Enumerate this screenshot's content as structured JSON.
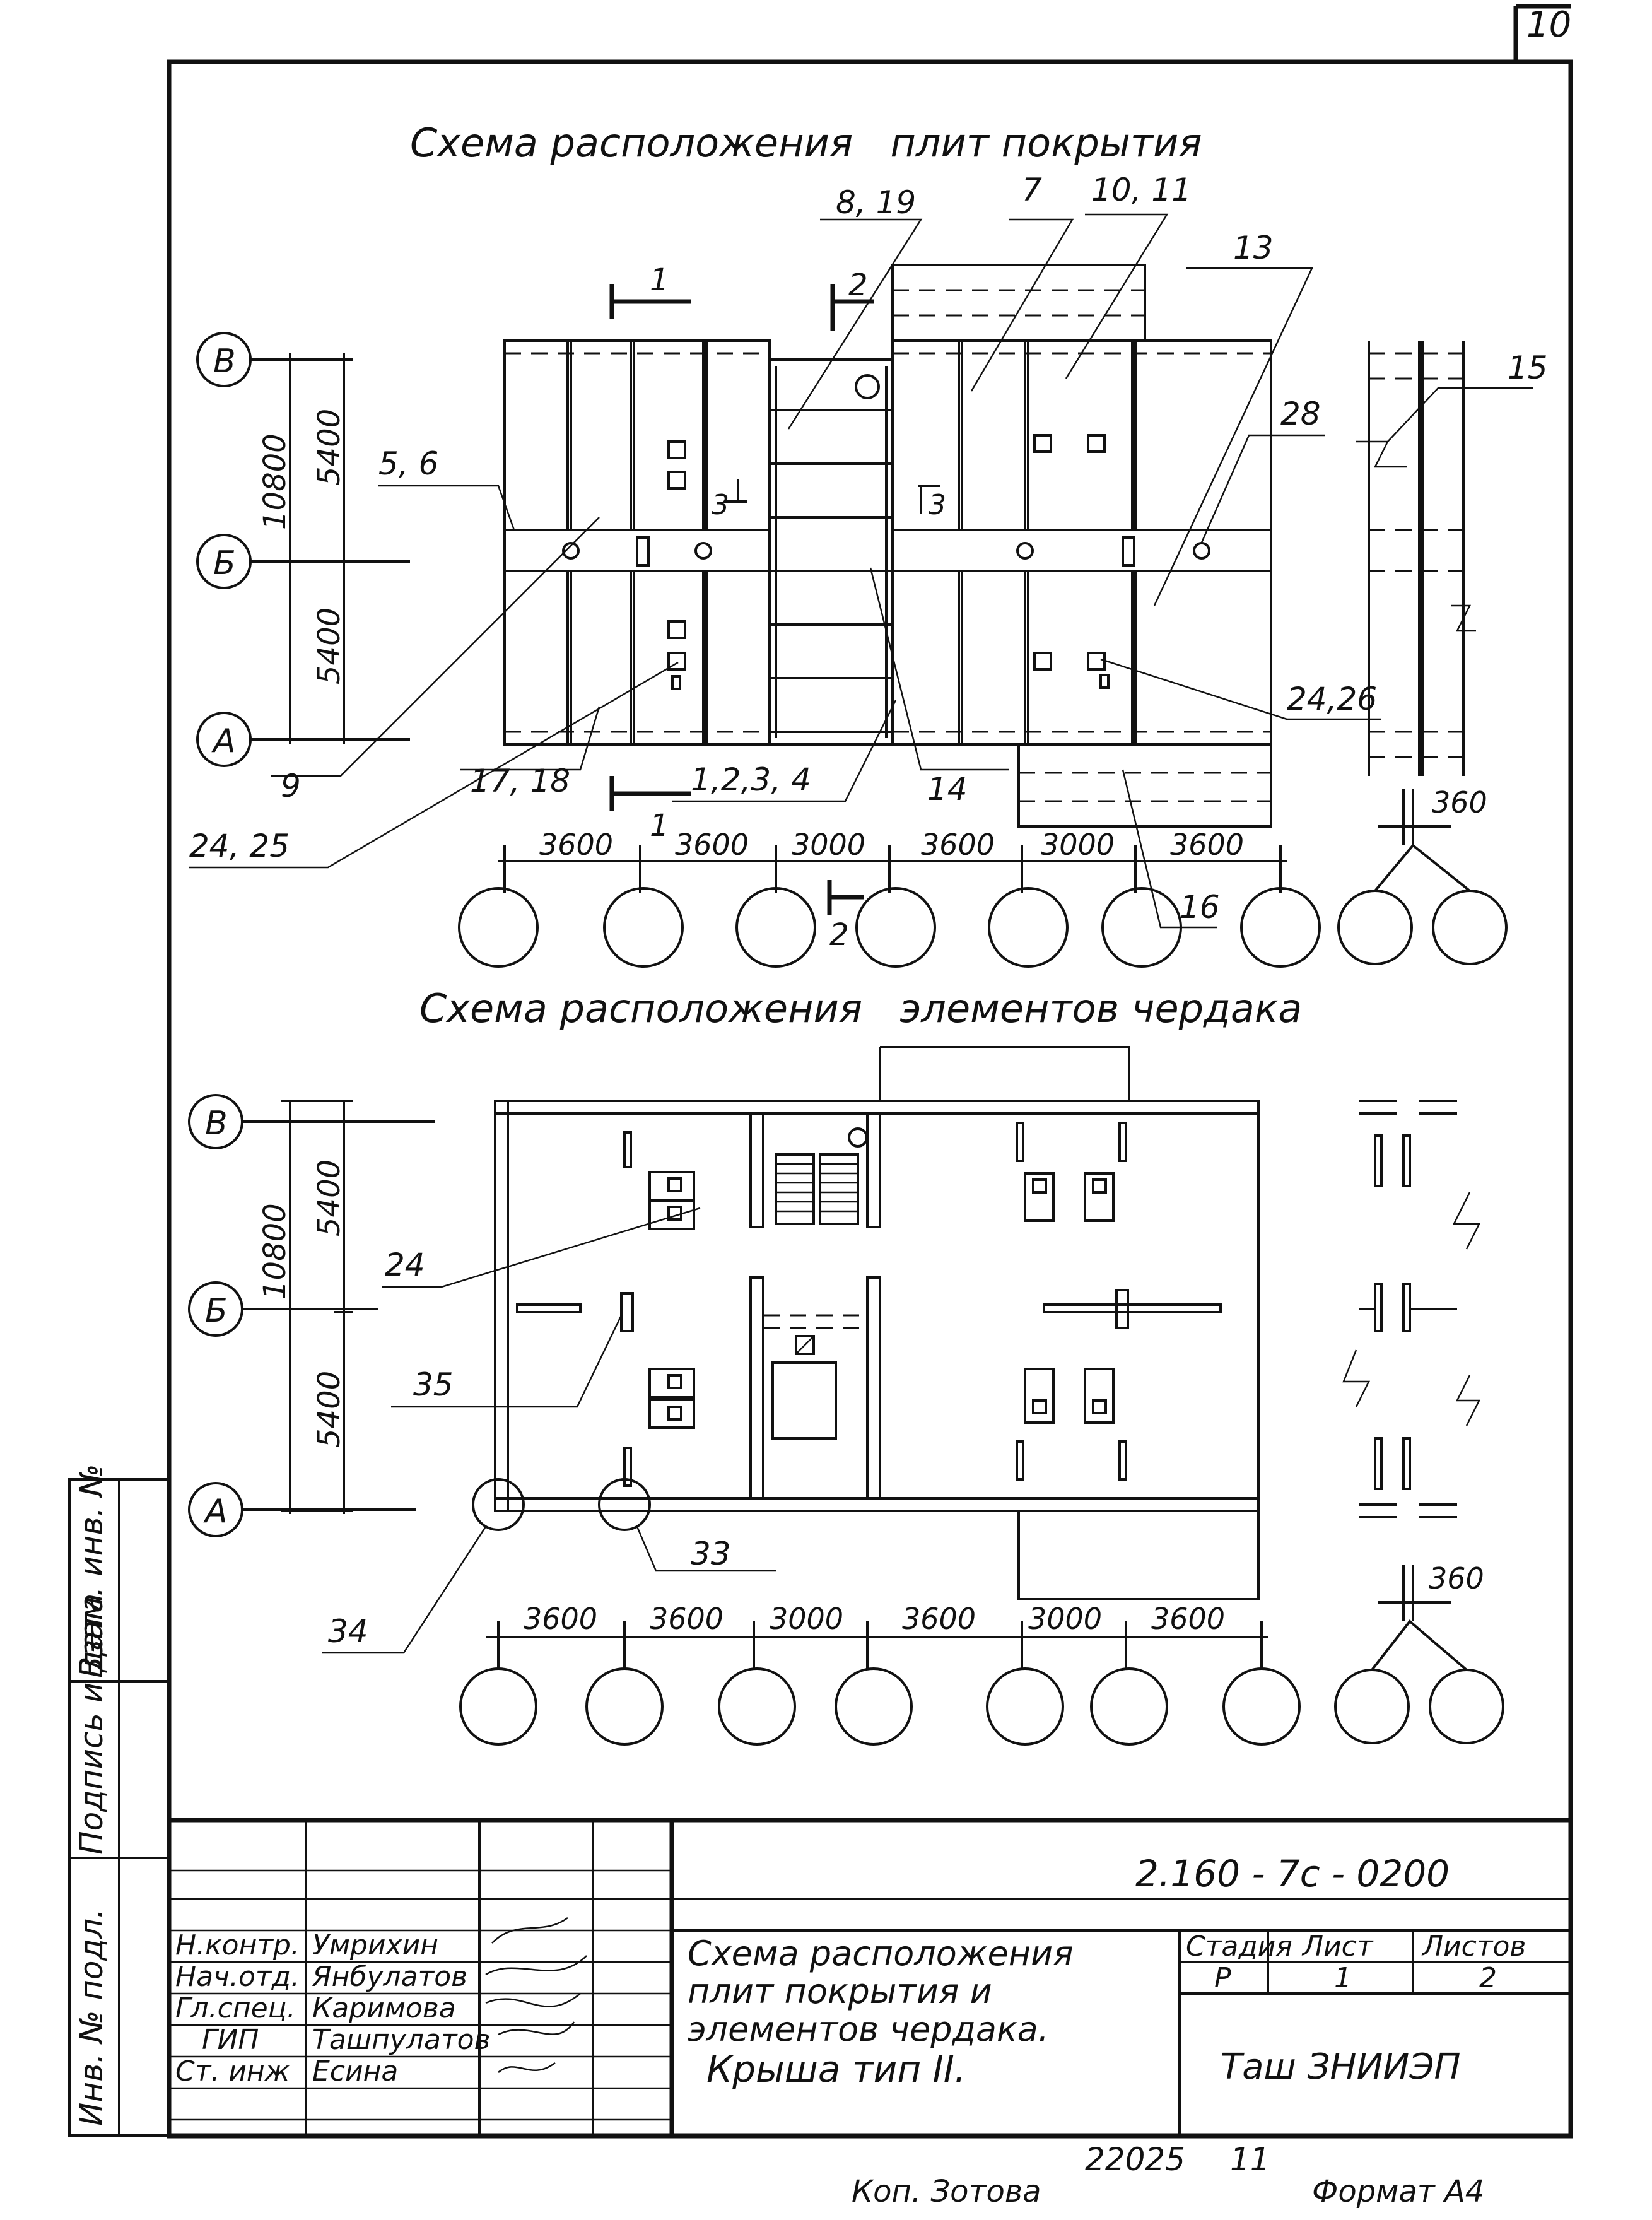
{
  "sheet": {
    "page_number": "10",
    "doc_code": "2.160 - 7с - 0200",
    "title_line1": "Схема расположения",
    "title_line2": "плит покрытия и",
    "title_line3": "элементов чердака.",
    "title_line4": "Крыша тип II.",
    "stage_header": "Стадия",
    "sheet_header": "Лист",
    "sheets_header": "Листов",
    "stage": "Р",
    "sheet": "1",
    "sheets": "2",
    "organization": "Таш ЗНИИЭП",
    "inv_number": "22025",
    "inv_suffix": "11",
    "copied_by": "Коп. Зотова",
    "format": "Формат А4"
  },
  "signatures": [
    {
      "role": "Н.контр.",
      "name": "Умрихин"
    },
    {
      "role": "Нач.отд.",
      "name": "Янбулатов"
    },
    {
      "role": "Гл.спец.",
      "name": "Каримова"
    },
    {
      "role": "ГИП",
      "name": "Ташпулатов"
    },
    {
      "role": "Ст. инж",
      "name": "Есина"
    }
  ],
  "side_stamp": {
    "col1": "Инв. № подл.",
    "col2": "Подпись и дата",
    "col3": "Взам. инв. №"
  },
  "plan1": {
    "title": "Схема расположения   плит покрытия",
    "axes": [
      "В",
      "Б",
      "А"
    ],
    "dims_vertical": [
      "5400",
      "5400",
      "10800"
    ],
    "dims_horizontal": [
      "3600",
      "3600",
      "3000",
      "3600",
      "3000",
      "3600",
      "360"
    ],
    "callouts": [
      "8, 19",
      "7",
      "10, 11",
      "13",
      "15",
      "28",
      "5, 6",
      "9",
      "24, 25",
      "17, 18",
      "1,2,3, 4",
      "14",
      "16",
      "24,26"
    ],
    "section_marks": [
      "1",
      "1",
      "2",
      "2",
      "3",
      "3"
    ]
  },
  "plan2": {
    "title": "Схема расположения   элементов чердака",
    "axes": [
      "В",
      "Б",
      "А"
    ],
    "dims_vertical": [
      "5400",
      "5400",
      "10800"
    ],
    "dims_horizontal": [
      "3600",
      "3600",
      "3000",
      "3600",
      "3000",
      "3600",
      "360"
    ],
    "callouts": [
      "24",
      "35",
      "33",
      "34"
    ]
  }
}
